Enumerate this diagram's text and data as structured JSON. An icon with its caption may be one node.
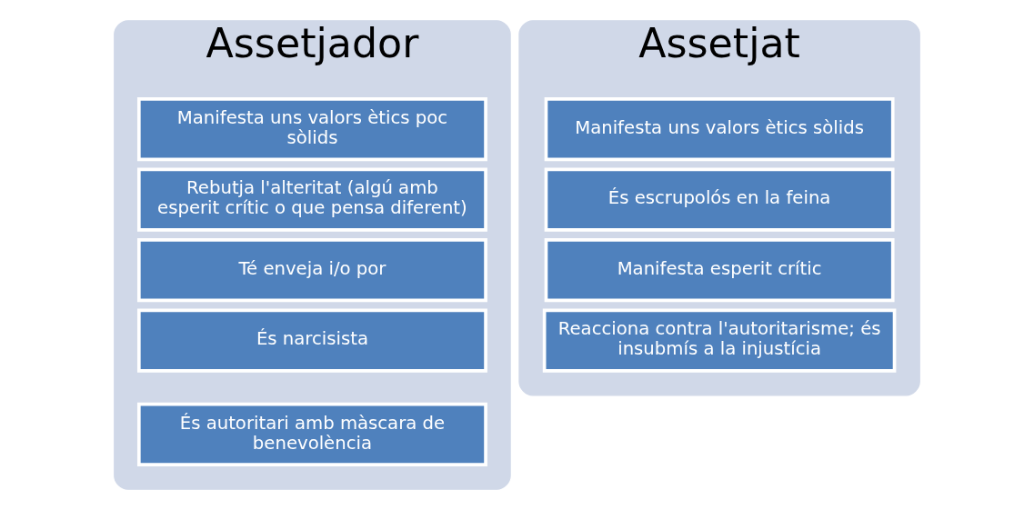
{
  "diagram": {
    "nodes": [
      {
        "text": [
          "Assetjador"
        ]
      },
      {
        "text": [
          "Manifesta uns valors ètics poc sòlids"
        ],
        "in": 0
      },
      {
        "text": [
          "Rebutja l'alteritat (algú amb esperit crític o que pensa diferent)"
        ],
        "in": 0
      },
      {
        "text": [
          "Té enveja i/o por"
        ],
        "in": 0
      },
      {
        "text": [
          "És narcisista"
        ],
        "in": 0
      },
      {
        "text": [
          "És autoritari amb màscara de benevolència"
        ],
        "in": 0
      },
      {
        "text": [
          "Assetjat"
        ]
      },
      {
        "text": [
          "Manifesta uns valors ètics sòlids"
        ],
        "in": 6
      },
      {
        "text": [
          "És escrupolós en la feina"
        ],
        "in": 6
      },
      {
        "text": [
          "Manifesta esperit crític"
        ],
        "in": 6
      },
      {
        "text": [
          "Reacciona contra l'autoritarisme; és insubmís a la injustícia"
        ],
        "in": 6
      }
    ],
    "edges": []
  }
}
